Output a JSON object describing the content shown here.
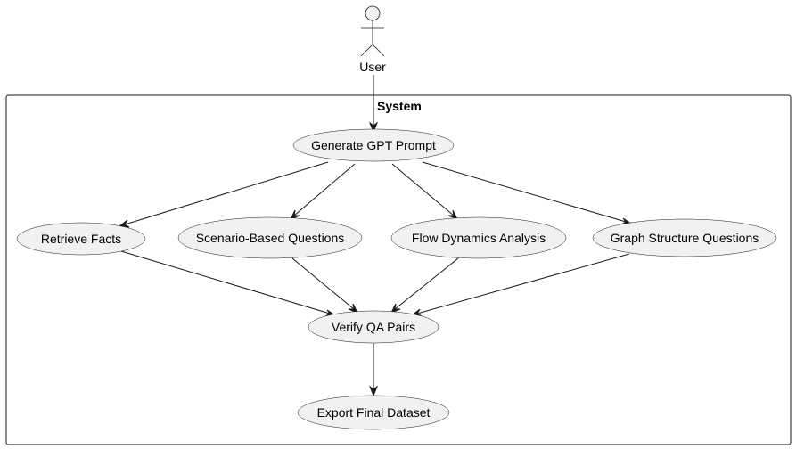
{
  "actor": {
    "name": "User"
  },
  "system": {
    "title": "System"
  },
  "usecases": {
    "generate_prompt": "Generate GPT Prompt",
    "retrieve_facts": "Retrieve Facts",
    "scenario_questions": "Scenario-Based Questions",
    "flow_dynamics": "Flow Dynamics Analysis",
    "graph_structure": "Graph Structure Questions",
    "verify_qa": "Verify QA Pairs",
    "export_dataset": "Export Final Dataset"
  },
  "colors": {
    "usecase_fill": "#f1f1f1",
    "stroke": "#181818",
    "background": "#ffffff"
  }
}
